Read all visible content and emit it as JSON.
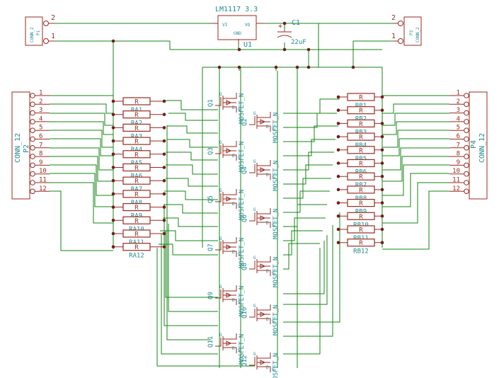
{
  "regulator": {
    "name": "LM1117 3.3",
    "ref": "U1",
    "pin_vi": "VI",
    "pin_vo": "VO",
    "pin_gnd": "GND"
  },
  "capacitor": {
    "ref": "C1",
    "value": "22uF",
    "polarity": "+"
  },
  "p1": {
    "ref": "P1",
    "value": "CONN_2",
    "pins": [
      "2",
      "1"
    ]
  },
  "p3": {
    "ref": "P3",
    "value": "CONN_2",
    "pins": [
      "2",
      "1"
    ]
  },
  "p2": {
    "ref": "P2",
    "value": "CONN_12"
  },
  "p4": {
    "ref": "P4",
    "value": "CONN_12"
  },
  "conn_pins": [
    "1",
    "2",
    "3",
    "4",
    "5",
    "6",
    "7",
    "8",
    "9",
    "10",
    "11",
    "12"
  ],
  "resistor_value": "R",
  "left_resistors": [
    "RA1",
    "RA2",
    "RA3",
    "RA4",
    "RA5",
    "RA6",
    "RA7",
    "RA8",
    "RA9",
    "RA10",
    "RA11",
    "RA12"
  ],
  "right_resistors": [
    "RB1",
    "RB2",
    "RB3",
    "RB4",
    "RB5",
    "RB6",
    "RB7",
    "RB8",
    "RB9",
    "RB10",
    "RB11",
    "RB12"
  ],
  "mosfet_value": "MOSFET_N",
  "mosfet_pins": {
    "gate": "G",
    "drain": "D",
    "source": "S"
  },
  "mosfets_left": [
    "Q1",
    "Q3",
    "Q5",
    "Q7",
    "Q9",
    "Q11"
  ],
  "mosfets_right": [
    "Q2",
    "Q4",
    "Q6",
    "Q8",
    "Q10",
    "Q12"
  ],
  "colors": {
    "wire": "#138513",
    "component": "#9a2a1f",
    "label": "#218a8f",
    "junction": "#6e1f1f"
  }
}
